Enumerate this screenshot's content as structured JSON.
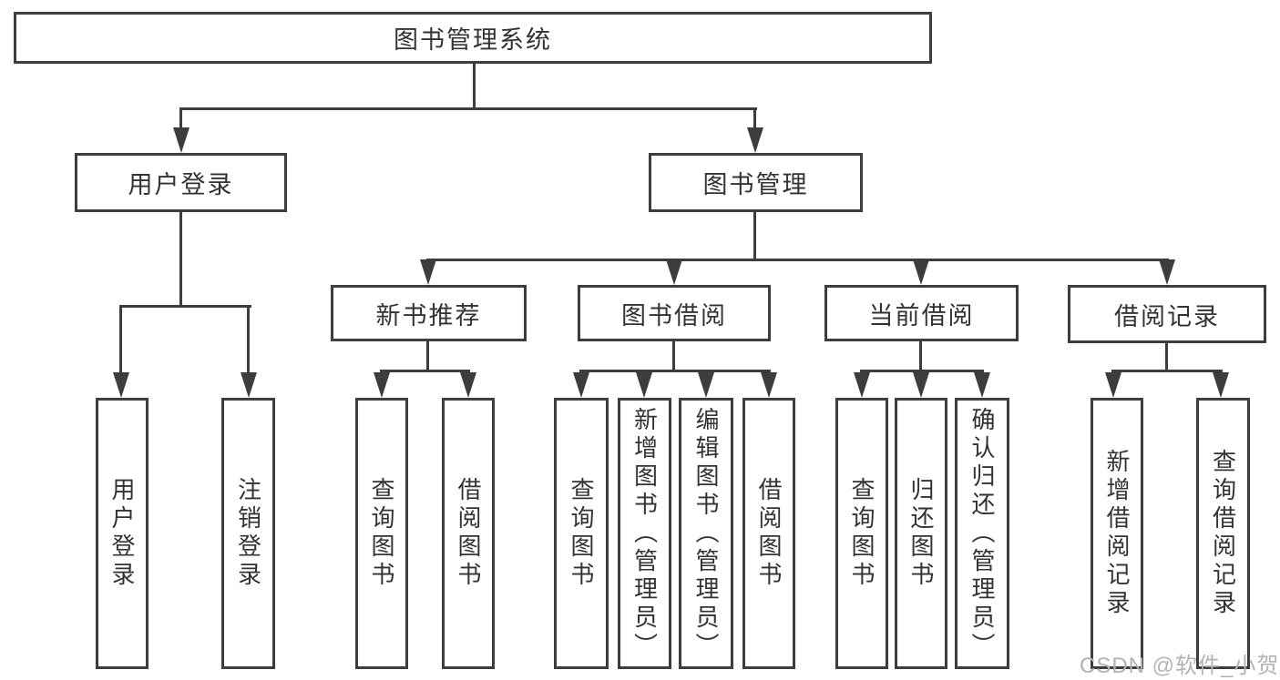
{
  "watermark": "CSDN @软件_小贺同学",
  "accent_colors": {
    "line": "#3d3d3d",
    "text": "#333333",
    "watermark": "#b3b3b3",
    "background": "#ffffff"
  },
  "tree": {
    "root": {
      "label": "图书管理系统"
    },
    "branches": [
      {
        "label": "用户登录",
        "children": [
          {
            "label": "用户登录"
          },
          {
            "label": "注销登录"
          }
        ]
      },
      {
        "label": "图书管理",
        "children": [
          {
            "label": "新书推荐",
            "children": [
              {
                "label": "查询图书"
              },
              {
                "label": "借阅图书"
              }
            ]
          },
          {
            "label": "图书借阅",
            "children": [
              {
                "label": "查询图书"
              },
              {
                "label": "新增图书（管理员）"
              },
              {
                "label": "编辑图书（管理员）"
              },
              {
                "label": "借阅图书"
              }
            ]
          },
          {
            "label": "当前借阅",
            "children": [
              {
                "label": "查询图书"
              },
              {
                "label": "归还图书"
              },
              {
                "label": "确认归还（管理员）"
              }
            ]
          },
          {
            "label": "借阅记录",
            "children": [
              {
                "label": "新增借阅记录"
              },
              {
                "label": "查询借阅记录"
              }
            ]
          }
        ]
      }
    ]
  }
}
